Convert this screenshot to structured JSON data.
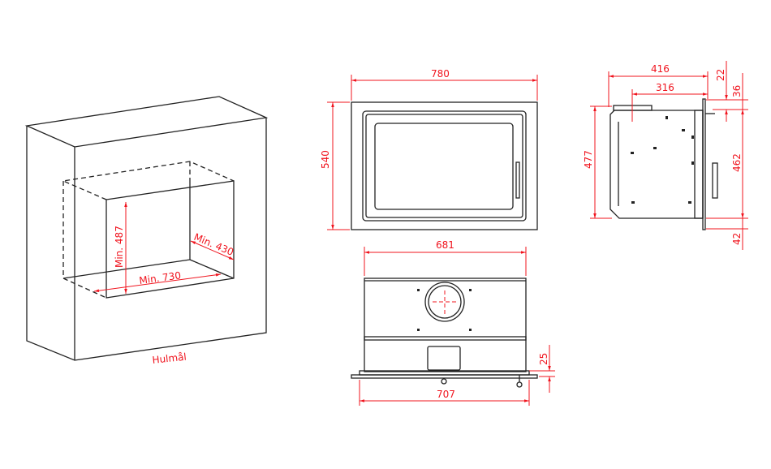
{
  "niche": {
    "height_label": "Min. 487",
    "width_label": "Min. 730",
    "depth_label": "Min. 430",
    "caption": "Hulmål"
  },
  "front_view": {
    "width": "780",
    "height": "540"
  },
  "top_view": {
    "inner_width": "681",
    "outer_width": "707",
    "flange": "25"
  },
  "side_view": {
    "depth_total": "416",
    "depth_body": "316",
    "height_body": "477",
    "top_offset_a": "22",
    "top_offset_b": "36",
    "height_front": "462",
    "bottom_offset": "42"
  },
  "colors": {
    "dimension": "#f0141e",
    "outline": "#222222"
  }
}
